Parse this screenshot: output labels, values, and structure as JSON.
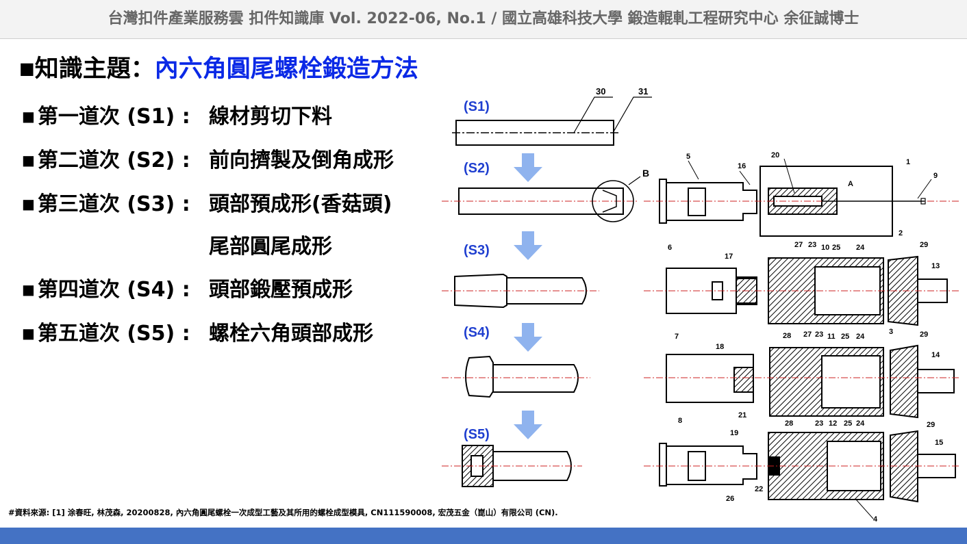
{
  "header": {
    "text": "台灣扣件產業服務雲 扣件知識庫 Vol. 2022-06, No.1  /  國立高雄科技大學  鍛造輥軋工程研究中心  余征誠博士"
  },
  "title": {
    "bullet": "■",
    "label": "知識主題：",
    "topic": "內六角圓尾螺栓鍛造方法"
  },
  "steps": [
    {
      "bullet": "■",
      "label": "第一道次 (S1) :",
      "desc": "線材剪切下料"
    },
    {
      "bullet": "■",
      "label": "第二道次 (S2) :",
      "desc": "前向擠製及倒角成形"
    },
    {
      "bullet": "■",
      "label": "第三道次 (S3) :",
      "desc": "頭部預成形(香菇頭)",
      "desc2": "尾部圓尾成形"
    },
    {
      "bullet": "■",
      "label": "第四道次 (S4) :",
      "desc": "頭部鍛壓預成形"
    },
    {
      "bullet": "■",
      "label": "第五道次 (S5) :",
      "desc": "螺栓六角頭部成形"
    }
  ],
  "stage_labels": [
    "(S1)",
    "(S2)",
    "(S3)",
    "(S4)",
    "(S5)"
  ],
  "callouts": {
    "s1": [
      "30",
      "31"
    ],
    "s2": [
      "B"
    ],
    "die2": [
      "5",
      "16",
      "20",
      "A",
      "1",
      "9"
    ],
    "die3": [
      "6",
      "17",
      "27",
      "23",
      "10",
      "25",
      "24",
      "2",
      "29",
      "13"
    ],
    "die4": [
      "7",
      "18",
      "28",
      "27",
      "23",
      "11",
      "25",
      "24",
      "3",
      "29",
      "14",
      "21"
    ],
    "die5": [
      "8",
      "19",
      "28",
      "23",
      "12",
      "25",
      "24",
      "29",
      "15",
      "22",
      "26",
      "4"
    ]
  },
  "footnote": "#資料來源: [1] 涂春旺, 林茂森, 20200828, 內六角圓尾螺栓一次成型工藝及其所用的螺栓成型模具, CN111590008, 宏茂五金（崑山）有限公司 (CN).",
  "colors": {
    "topic": "#0a29e6",
    "stage_label": "#1f3fd0",
    "arrow": "#8fb3ee",
    "centerline": "#cc2222",
    "bottom_bar": "#4472c4"
  }
}
